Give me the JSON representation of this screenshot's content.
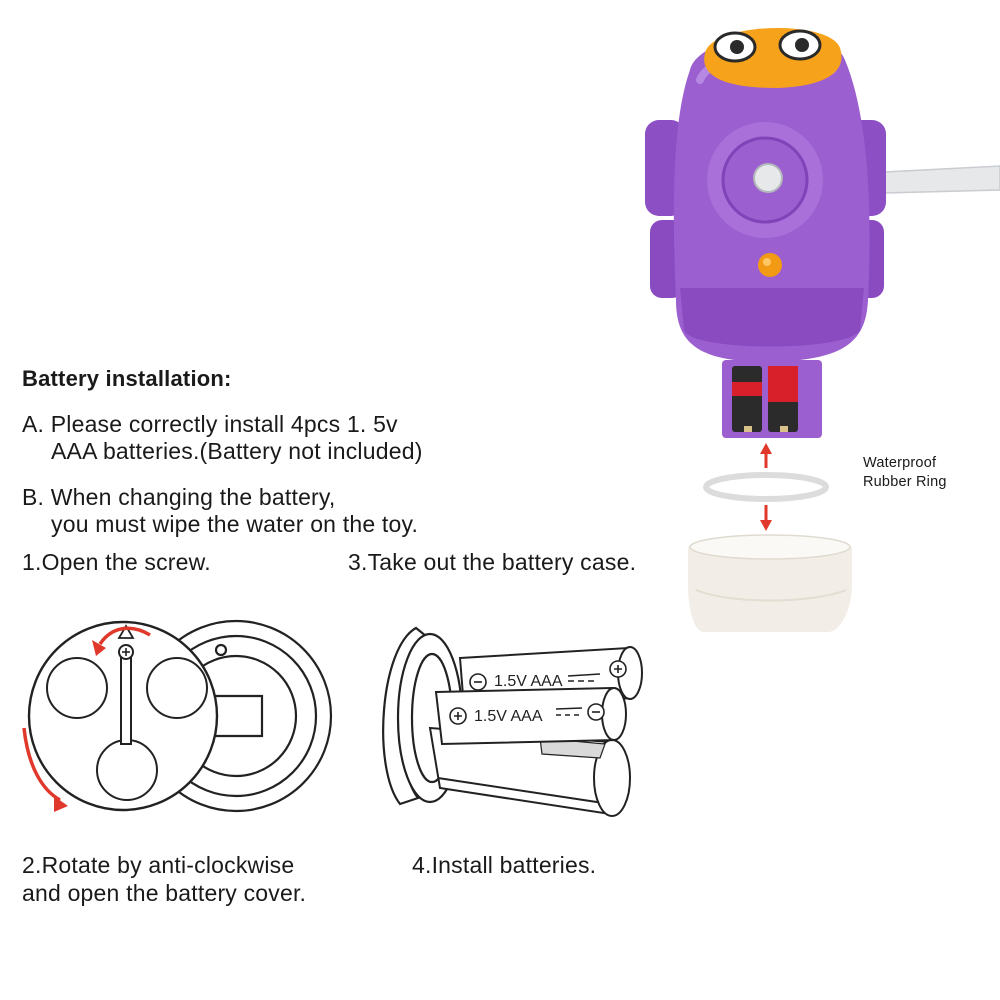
{
  "heading": "Battery installation:",
  "note_a": {
    "line1": "A. Please correctly install 4pcs 1. 5v",
    "line2": "AAA batteries.(Battery not included)"
  },
  "note_b": {
    "line1": "B. When changing the battery,",
    "line2": "you must wipe the water on the toy."
  },
  "steps": {
    "step1": "1.Open the screw.",
    "step2_line1": "2.Rotate by anti-clockwise",
    "step2_line2": "and open the battery cover.",
    "step3": "3.Take out the battery case.",
    "step4": "4.Install batteries."
  },
  "callout": {
    "line1": "Waterproof",
    "line2": "Rubber Ring"
  },
  "battery_label_back": "1.5V AAA",
  "battery_label_front": "1.5V AAA",
  "colors": {
    "toy_purple": "#9b5fd0",
    "toy_purple_dark": "#7d3fb5",
    "toy_orange": "#f7a21b",
    "arrow_red": "#e0392b",
    "line_art": "#222222"
  },
  "icons": [
    "rotate-arrow-icon",
    "screw-icon",
    "battery-plus-icon",
    "battery-minus-icon",
    "pointer-arrow-icon"
  ]
}
